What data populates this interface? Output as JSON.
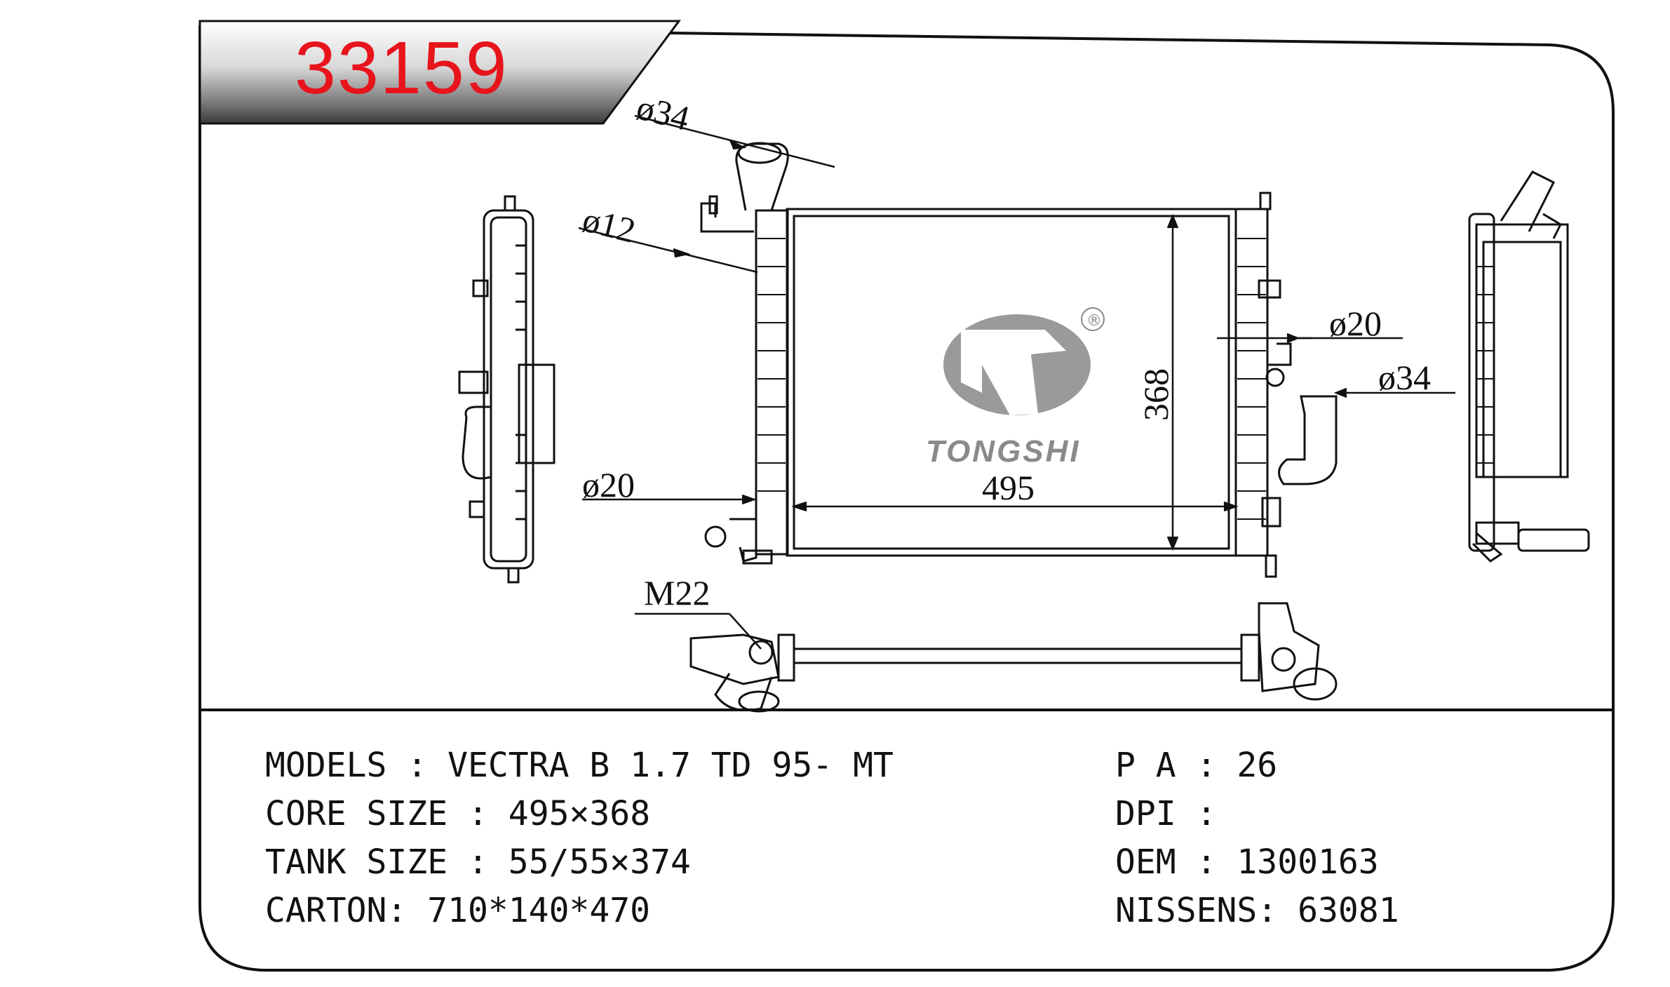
{
  "part_number": "33159",
  "brand": "TONGSHI",
  "registered_mark": "®",
  "dimensions": {
    "inlet_top": "ø34",
    "small_pipe": "ø12",
    "right_upper": "ø20",
    "right_outlet": "ø34",
    "left_lower": "ø20",
    "core_width": "495",
    "core_height": "368",
    "thread": "M22"
  },
  "specs_left": [
    {
      "label": "MODELS",
      "sep": " : ",
      "value": "VECTRA B 1.7 TD 95- MT"
    },
    {
      "label": "CORE SIZE",
      "sep": " : ",
      "value": "495×368"
    },
    {
      "label": "TANK SIZE",
      "sep": " : ",
      "value": "55/55×374"
    },
    {
      "label": "CARTON",
      "sep": ": ",
      "value": "710*140*470"
    }
  ],
  "specs_right": [
    {
      "label": "P A",
      "sep": " : ",
      "value": "26"
    },
    {
      "label": "DPI",
      "sep": " : ",
      "value": ""
    },
    {
      "label": "OEM",
      "sep": " : ",
      "value": "1300163"
    },
    {
      "label": "NISSENS",
      "sep": ": ",
      "value": "63081"
    }
  ]
}
